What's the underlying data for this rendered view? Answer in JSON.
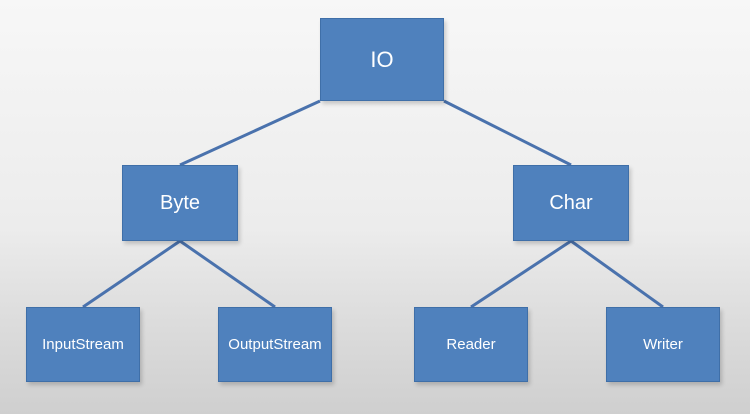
{
  "diagram": {
    "nodes": {
      "root": "IO",
      "byte": "Byte",
      "char": "Char",
      "input_stream": "InputStream",
      "output_stream": "OutputStream",
      "reader": "Reader",
      "writer": "Writer"
    },
    "edges": [
      [
        "IO",
        "Byte"
      ],
      [
        "IO",
        "Char"
      ],
      [
        "Byte",
        "InputStream"
      ],
      [
        "Byte",
        "OutputStream"
      ],
      [
        "Char",
        "Reader"
      ],
      [
        "Char",
        "Writer"
      ]
    ],
    "colors": {
      "node_fill": "#4f81bd",
      "node_border": "#3f6fa8",
      "connector": "#4a72ad",
      "text": "#ffffff"
    }
  }
}
